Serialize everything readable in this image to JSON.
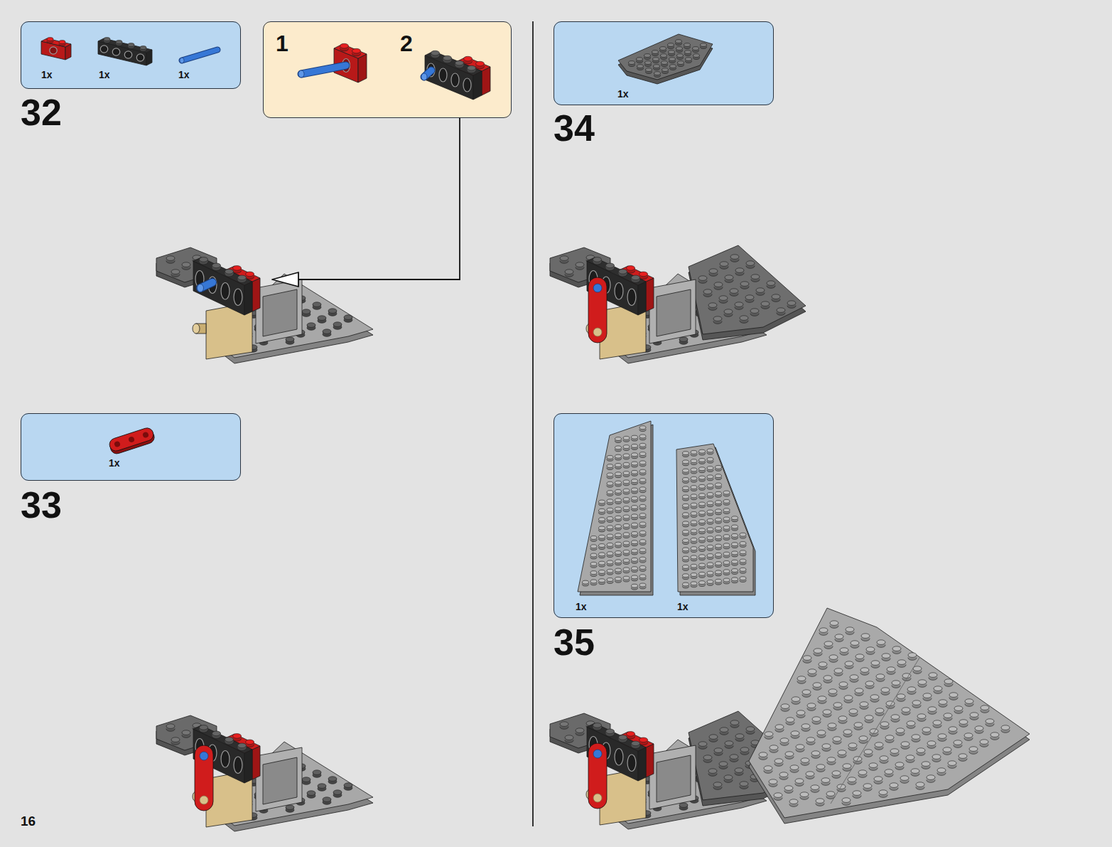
{
  "diagram": {
    "nodes": [
      {
        "text": [
          "1x",
          "1x",
          "1x"
        ]
      },
      {
        "text": [
          "1",
          "2"
        ]
      },
      {
        "text": [
          "1x"
        ]
      },
      {
        "text": [
          "1x"
        ]
      },
      {
        "text": [
          "1x",
          "1x"
        ]
      }
    ],
    "labels": [
      "32",
      "34",
      "33",
      "35",
      "16"
    ]
  }
}
